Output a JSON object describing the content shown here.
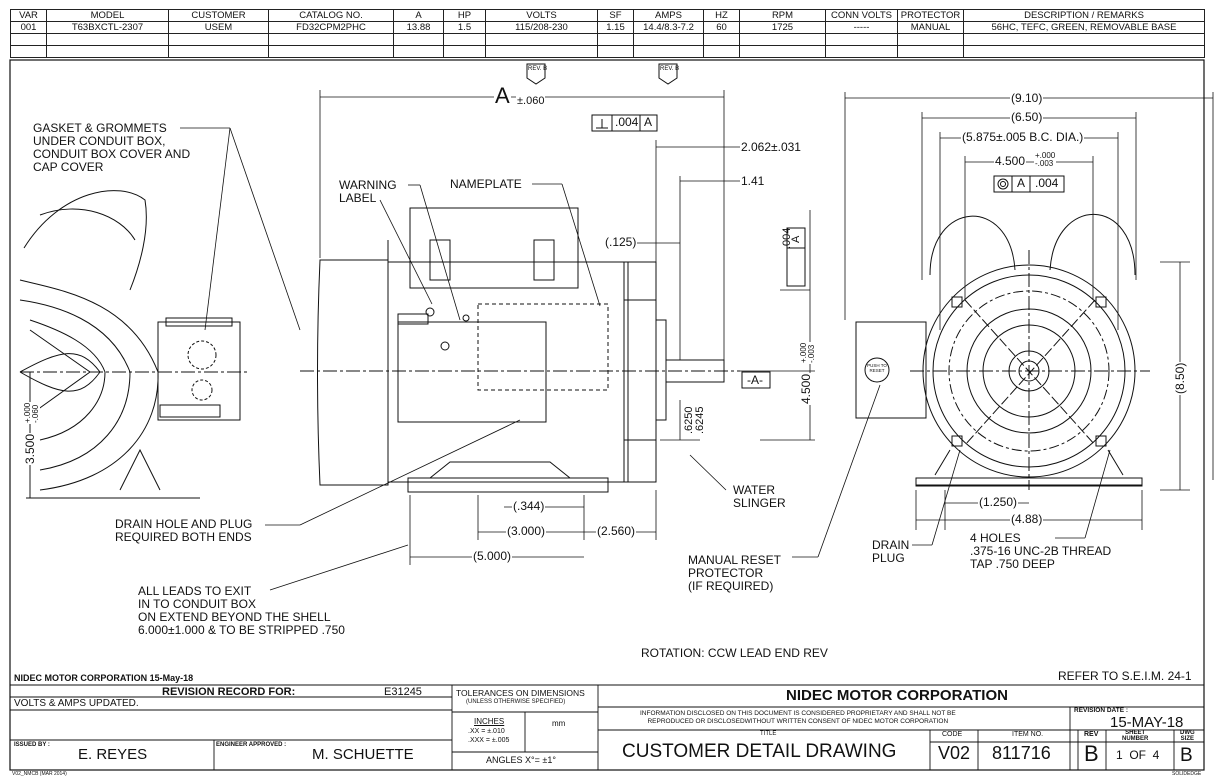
{
  "header": {
    "columns": [
      "VAR",
      "MODEL",
      "CUSTOMER",
      "CATALOG NO.",
      "A",
      "HP",
      "VOLTS",
      "SF",
      "AMPS",
      "HZ",
      "RPM",
      "CONN VOLTS",
      "PROTECTOR",
      "DESCRIPTION / REMARKS"
    ],
    "row": [
      "001",
      "T63BXCTL-2307",
      "USEM",
      "FD32CPM2PHC",
      "13.88",
      "1.5",
      "115/208-230",
      "1.15",
      "14.4/8.3-7.2",
      "60",
      "1725",
      "-----",
      "MANUAL",
      "56HC, TEFC, GREEN, REMOVABLE BASE"
    ]
  },
  "rev_tag": "REV. B",
  "notes": {
    "gasket": "GASKET & GROMMETS\nUNDER CONDUIT BOX,\nCONDUIT BOX COVER AND\nCAP COVER",
    "warning": "WARNING\nLABEL",
    "nameplate": "NAMEPLATE",
    "drain_hole": "DRAIN HOLE AND PLUG\nREQUIRED BOTH ENDS",
    "leads": "ALL LEADS TO EXIT\nIN TO CONDUIT BOX\nON EXTEND BEYOND THE SHELL\n6.000±1.000 & TO BE STRIPPED .750",
    "water_slinger": "WATER\nSLINGER",
    "manual_reset": "MANUAL RESET\nPROTECTOR\n(IF REQUIRED)",
    "drain_plug": "DRAIN\nPLUG",
    "holes": "4 HOLES\n.375-16 UNC-2B THREAD\nTAP .750 DEEP",
    "rotation": "ROTATION: CCW LEAD END REV",
    "refer": "REFER TO S.E.I.M. 24-1",
    "push_reset": "PUSH TO RESET"
  },
  "dims": {
    "a": "A",
    "a_tol": "±.060",
    "perp_value": ".004",
    "perp_datum": "A",
    "d2062": "2.062±.031",
    "d141": "1.41",
    "d125": "(.125)",
    "vert_tol_value": ".004",
    "vert_tol_datum": "A",
    "datum_a": "-A-",
    "d4500v": "4.500",
    "d4500v_tol": "+.000\n-.003",
    "d6250": ".6250\n.6245",
    "d344": "(.344)",
    "d3000": "(3.000)",
    "d2560": "(2.560)",
    "d5000": "(5.000)",
    "d3500": "3.500",
    "d3500_tol": "+.000\n-.060",
    "d910": "(9.10)",
    "d650": "(6.50)",
    "bc": "(5.875±.005 B.C. DIA.)",
    "d4500h": "4.500",
    "d4500h_tol": "+.000\n-.003",
    "conc_datum": "A",
    "conc_value": ".004",
    "d850": "(8.50)",
    "d1250": "(1.250)",
    "d488": "(4.88)"
  },
  "title_block": {
    "corp_date": "NIDEC MOTOR CORPORATION 15-May-18",
    "revision_record": "REVISION RECORD FOR:",
    "ecn": "E31245",
    "revision_text": "VOLTS & AMPS UPDATED.",
    "issued_by_label": "ISSUED BY :",
    "issued_by": "E. REYES",
    "engineer_label": "ENGINEER APPROVED :",
    "engineer": "M. SCHUETTE",
    "tol_title": "TOLERANCES ON DIMENSIONS",
    "tol_sub": "(UNLESS OTHERWISE SPECIFIED)",
    "tol_inches": "INCHES",
    "tol_mm": "mm",
    "tol_xx": ".XX = ±.010",
    "tol_xxx": ".XXX = ±.005",
    "tol_angles": "ANGLES X°= ±1°",
    "company": "NIDEC MOTOR CORPORATION",
    "proprietary": "INFORMATION DISCLOSED ON THIS DOCUMENT IS CONSIDERED PROPRIETARY AND SHALL NOT BE\nREPRODUCED OR DISCLOSEDWITHOUT WRITTEN CONSENT OF NIDEC MOTOR CORPORATION",
    "title_label": "TITLE",
    "title": "CUSTOMER DETAIL DRAWING",
    "code_label": "CODE",
    "code": "V02",
    "item_label": "ITEM NO.",
    "item": "811716",
    "rev_label": "REV",
    "rev": "B",
    "sheet_label": "SHEET\nNUMBER",
    "sheet": "1  OF  4",
    "size_label": "DWG\nSIZE",
    "size": "B",
    "rev_date_label": "REVISION DATE :",
    "rev_date": "15-MAY-18",
    "form_id": "V02_NMCB (MAR 2014)",
    "solidedge": "SOLIDEDGE"
  }
}
